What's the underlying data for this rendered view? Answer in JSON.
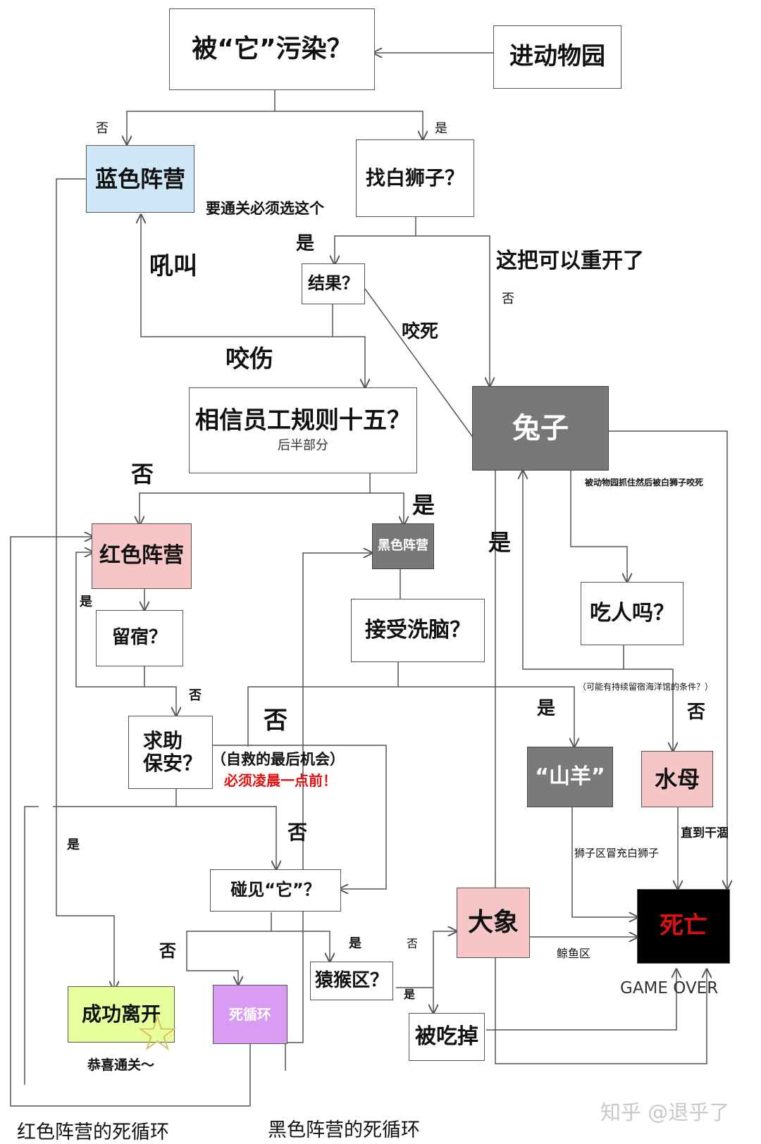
{
  "nodes": {
    "contaminated": "被“它”污染？",
    "enter_zoo": "进动物园",
    "blue_camp": "蓝色阵营",
    "find_lion": "找白狮子？",
    "result": "结果？",
    "believe_rule": "相信员工规则十五？",
    "believe_rule_sub": "后半部分",
    "rabbit": "兔子",
    "red_camp": "红色阵营",
    "black_camp": "黑色阵营",
    "stay_night": "留宿？",
    "brainwash": "接受洗脑？",
    "eat_people": "吃人吗？",
    "ask_security": "求助\n保安？",
    "goat": "“山羊”",
    "jellyfish": "水母",
    "meet_it": "碰见“它”？",
    "elephant": "大象",
    "death": "死亡",
    "success": "成功离开",
    "dead_loop": "死循环",
    "monkey_zone": "猿猴区？",
    "eaten": "被吃掉"
  },
  "labels": {
    "no_top": "否",
    "yes_top": "是",
    "must_choose": "要通关必须选这个",
    "roar": "吼叫",
    "yes_result": "是",
    "restart": "这把可以重开了",
    "no_lion": "否",
    "bite_dead": "咬死",
    "bite_hurt": "咬伤",
    "no_rule": "否",
    "yes_rule": "是",
    "yes_rabbit": "是",
    "rabbit_caught": "被动物园抓住然后被白狮子咬死",
    "yes_stay": "是",
    "no_stay": "否",
    "condition_note": "（可能有持续留宿海洋馆的条件？）",
    "no_brainwash": "否",
    "yes_eat": "是",
    "no_eat": "否",
    "last_chance": "（自救的最后机会）",
    "before_1am": "必须凌晨一点前！",
    "until_dry": "直到干涸",
    "no_security": "否",
    "yes_security": "是",
    "lion_impostor": "狮子区冒充白狮子",
    "no_meet": "否",
    "yes_meet": "是",
    "no_monkey": "否",
    "yes_monkey": "是",
    "whale_zone": "鲸鱼区",
    "game_over": "GAME OVER",
    "congrats": "恭喜通关～",
    "red_loop": "红色阵营的死循环",
    "black_loop": "黑色阵营的死循环",
    "watermark": "知乎 @退乎了"
  },
  "colors": {
    "blue_camp": "#cfe8f7",
    "red_camp": "#f6c6c6",
    "black_camp": "#777777",
    "rabbit": "#777777",
    "goat": "#7a7a7a",
    "jellyfish": "#f6c6c6",
    "elephant": "#f6c6c6",
    "death_bg": "#000000",
    "death_text": "#e01010",
    "success": "#e6ff9a",
    "dead_loop": "#d89cf2",
    "warning_text": "#e01010"
  }
}
